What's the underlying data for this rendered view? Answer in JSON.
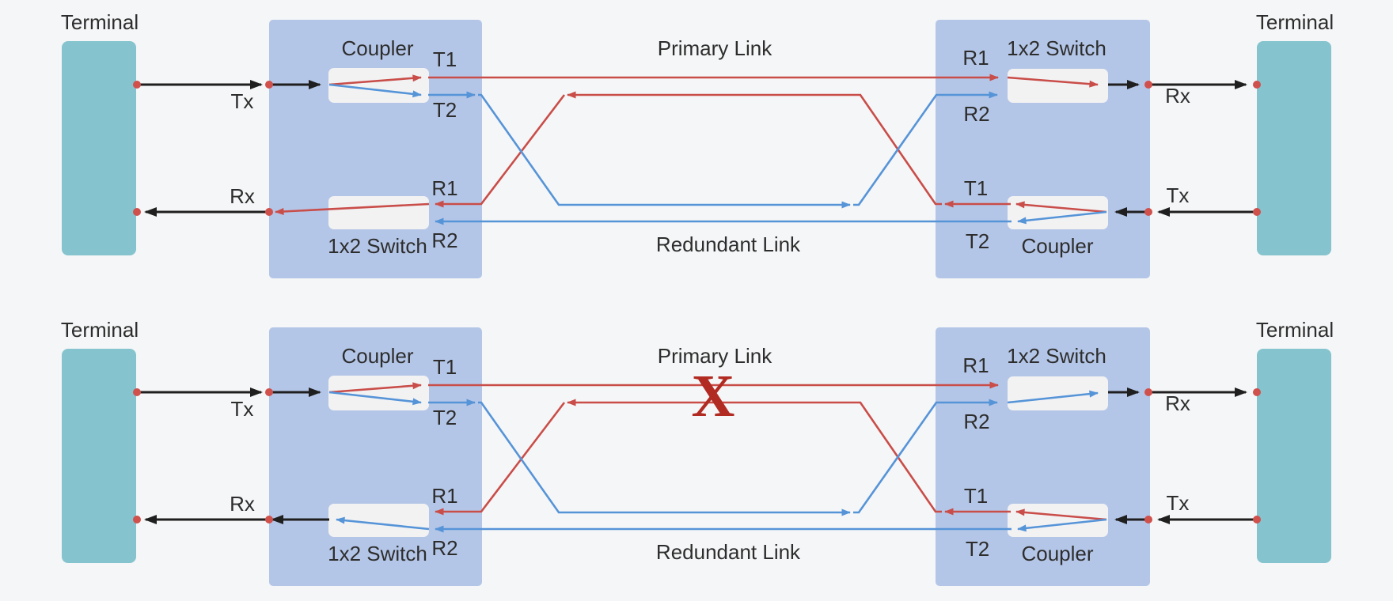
{
  "colors": {
    "background": "#f5f6f7",
    "terminal_fill": "#85c4ce",
    "device_fill": "#b4c6e7",
    "inner_box_fill": "#f2f2f3",
    "primary_red": "#c94d49",
    "redundant_blue": "#5694d8",
    "line_black": "#1f1f1f",
    "dot_red": "#d0504c",
    "text_color": "#2d2d2d",
    "failure_red": "#b12b23"
  },
  "diagrams": [
    {
      "labels": {
        "terminal_left": "Terminal",
        "terminal_right": "Terminal",
        "tx_left": "Tx",
        "rx_left": "Rx",
        "rx_right": "Rx",
        "tx_right": "Tx",
        "coupler_left": "Coupler",
        "switch_left": "1x2 Switch",
        "switch_right": "1x2 Switch",
        "coupler_right": "Coupler",
        "t1_left": "T1",
        "t2_left": "T2",
        "r1_left": "R1",
        "r2_left": "R2",
        "r1_right": "R1",
        "r2_right": "R2",
        "t1_right": "T1",
        "t2_right": "T2",
        "primary_link": "Primary Link",
        "redundant_link": "Redundant Link"
      }
    },
    {
      "labels": {
        "terminal_left": "Terminal",
        "terminal_right": "Terminal",
        "tx_left": "Tx",
        "rx_left": "Rx",
        "rx_right": "Rx",
        "tx_right": "Tx",
        "coupler_left": "Coupler",
        "switch_left": "1x2 Switch",
        "switch_right": "1x2 Switch",
        "coupler_right": "Coupler",
        "t1_left": "T1",
        "t2_left": "T2",
        "r1_left": "R1",
        "r2_left": "R2",
        "r1_right": "R1",
        "r2_right": "R2",
        "t1_right": "T1",
        "t2_right": "T2",
        "primary_link": "Primary Link",
        "redundant_link": "Redundant Link"
      },
      "failure_marker": "X"
    }
  ]
}
